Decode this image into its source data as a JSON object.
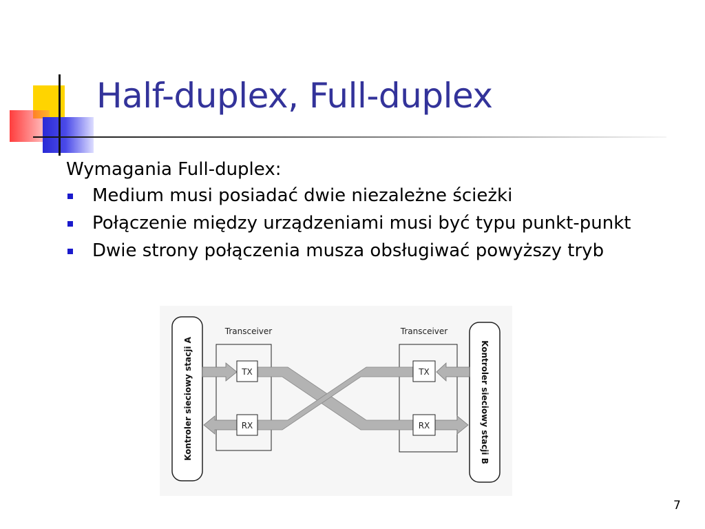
{
  "slide": {
    "title": "Half-duplex, Full-duplex",
    "intro": "Wymagania Full-duplex:",
    "bullets": [
      "Medium musi posiadać dwie niezależne ścieżki",
      "Połączenie między urządzeniami musi być typu punkt-punkt",
      "Dwie strony połączenia musza obsługiwać powyższy tryb"
    ],
    "page_number": "7",
    "colors": {
      "title": "#33339a",
      "bullet": "#1a1acc",
      "accent_yellow": "#ffd400",
      "accent_red": "#ff2828",
      "accent_blue": "#2a2ad6"
    }
  },
  "diagram": {
    "station_a": "Kontroler sieciowy stacji A",
    "station_b": "Kontroler sieciowy stacji B",
    "transceiver_left": "Transceiver",
    "transceiver_right": "Transceiver",
    "tx_left": "TX",
    "rx_left": "RX",
    "tx_right": "TX",
    "rx_right": "RX"
  }
}
